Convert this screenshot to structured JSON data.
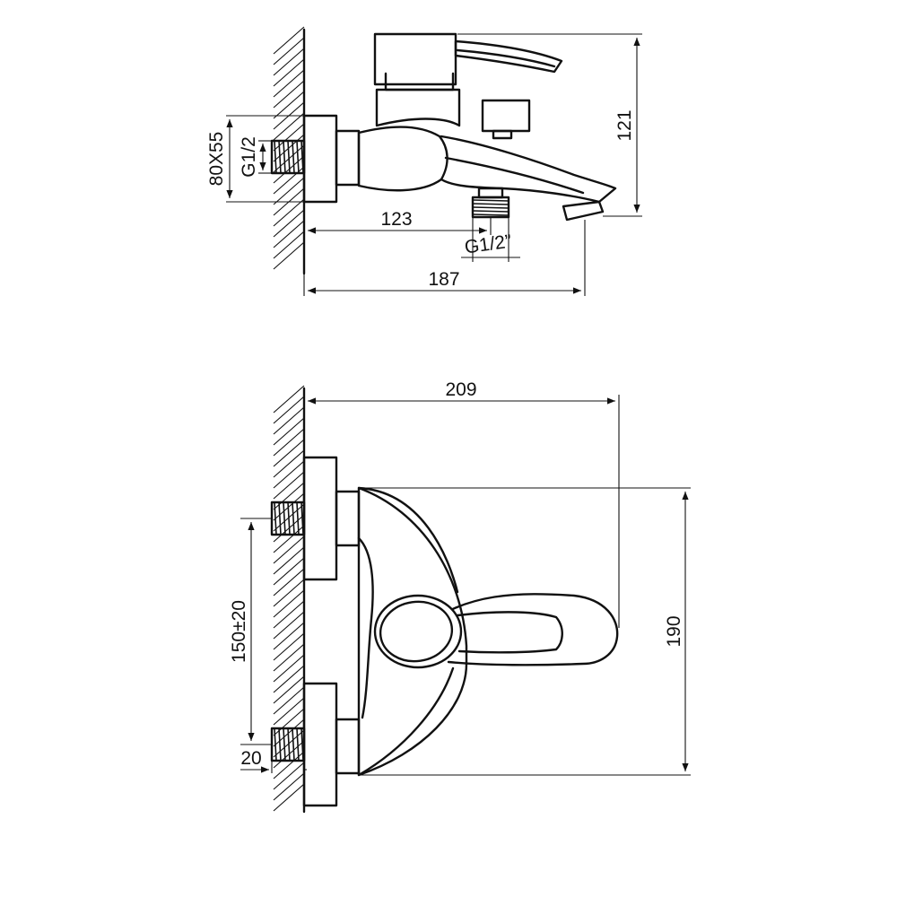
{
  "colors": {
    "line": "#111111",
    "background": "#ffffff"
  },
  "side_view": {
    "dim_mount_plate": "80X55",
    "dim_inlet_thread": "G1/2",
    "dim_height": "121",
    "dim_spout_outlet_distance": "123",
    "dim_outlet_thread": "G1/2”",
    "dim_total_depth": "187"
  },
  "top_view": {
    "dim_total_depth": "209",
    "dim_height": "190",
    "dim_inlet_spacing": "150±20",
    "dim_thread_length": "20"
  }
}
